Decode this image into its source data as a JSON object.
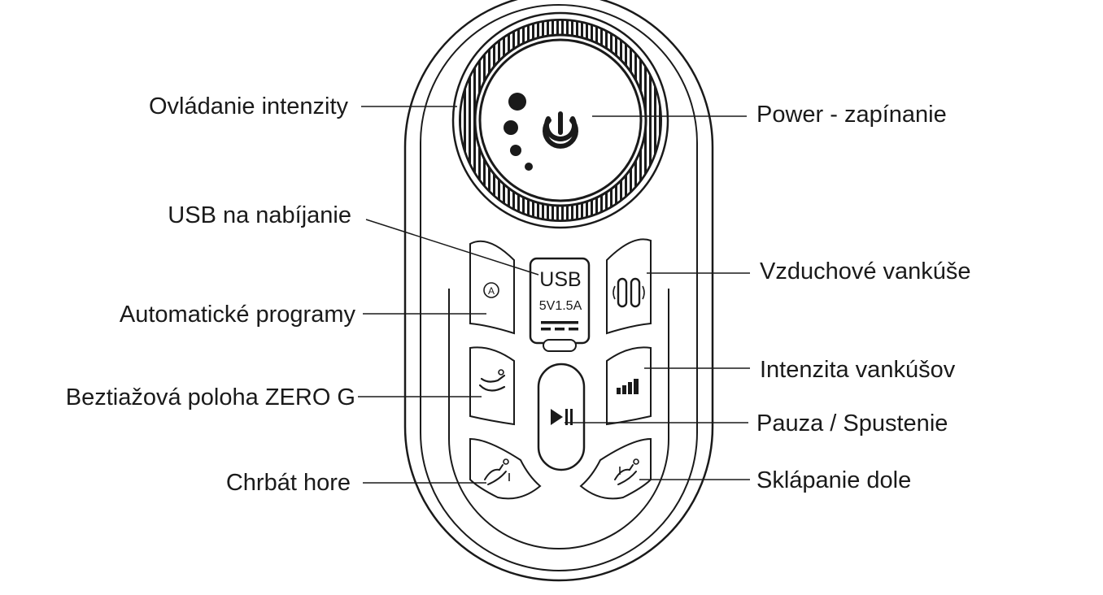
{
  "labels": {
    "intensity_control": "Ovládanie intenzity",
    "power": "Power - zapínanie",
    "usb_charging": "USB na nabíjanie",
    "air_cushions": "Vzduchové vankúše",
    "auto_programs": "Automatické programy",
    "cushion_intensity": "Intenzita vankúšov",
    "zero_g": "Beztiažová poloha ZERO G",
    "pause_start": "Pauza / Spustenie",
    "back_up": "Chrbát hore",
    "fold_down": "Sklápanie dole"
  },
  "device": {
    "usb_text": "USB",
    "usb_rating": "5V1.5A",
    "auto_badge": "A"
  },
  "colors": {
    "line": "#1a1a1a",
    "text": "#1a1a1a",
    "background": "#ffffff"
  },
  "icons": {
    "power": "power-icon",
    "auto": "auto-a-icon",
    "air": "air-cushion-icon",
    "intensity": "signal-bars-icon",
    "zero_g": "zero-g-recline-icon",
    "play_pause": "play-pause-icon",
    "back_up": "back-up-recline-icon",
    "fold_down": "fold-down-recline-icon"
  }
}
